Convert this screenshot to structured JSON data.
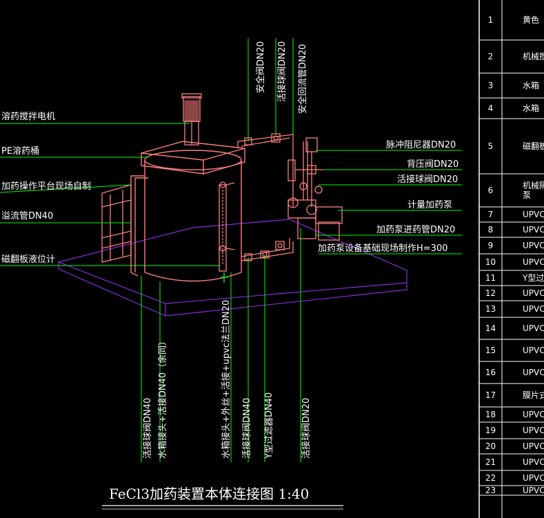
{
  "title": "FeCl3加药装置本体连接图  1:40",
  "left_labels": [
    "溶药搅拌电机",
    "PE溶药桶",
    "加药操作平台现场自制",
    "溢流管DN40",
    "磁翻板液位计"
  ],
  "right_labels": [
    "脉冲阻尼器DN20",
    "背压阀DN20",
    "活接球阀DN20",
    "计量加药泵",
    "加药泵进药管DN20",
    "加药泵设备基础现场制作H=300"
  ],
  "top_vertical_labels": [
    "安全阀DN20",
    "活接球阀DN20",
    "安全回流管DN20"
  ],
  "bottom_vertical_labels": [
    "活接球阀DN40",
    "水箱接头+活接DN40（余同）",
    "水箱接头+外丝+活接+upvc法兰DN20",
    "活接球阀DN40",
    "Y型过滤器DN40",
    "活接球阀DN20"
  ],
  "table_rows": [
    {
      "no": "1",
      "name": "黄色"
    },
    {
      "no": "2",
      "name": "机械搅"
    },
    {
      "no": "3",
      "name": "水箱"
    },
    {
      "no": "4",
      "name": "水箱"
    },
    {
      "no": "5",
      "name": "磁翻板"
    },
    {
      "no": "6",
      "name": "机械隔膜\n泵"
    },
    {
      "no": "7",
      "name": "UPVC"
    },
    {
      "no": "8",
      "name": "UPVC"
    },
    {
      "no": "9",
      "name": "UPVC"
    },
    {
      "no": "10",
      "name": "UPVC"
    },
    {
      "no": "11",
      "name": "Y型过"
    },
    {
      "no": "12",
      "name": "UPVC活"
    },
    {
      "no": "13",
      "name": "UPVC活"
    },
    {
      "no": "14",
      "name": "UPVC变"
    },
    {
      "no": "15",
      "name": "UPVC变"
    },
    {
      "no": "16",
      "name": "UPVC背压"
    },
    {
      "no": "17",
      "name": "膜片式脉"
    },
    {
      "no": "18",
      "name": "UPVC弯"
    },
    {
      "no": "19",
      "name": "UPVC弯"
    },
    {
      "no": "20",
      "name": "UPVC三"
    },
    {
      "no": "21",
      "name": "UPVC三"
    },
    {
      "no": "22",
      "name": "UPVC"
    },
    {
      "no": "23",
      "name": "UPVC"
    }
  ],
  "colors": {
    "background": "#000000",
    "leader": "#00ff00",
    "equipment": "#ff8080",
    "base": "#8a2be2",
    "text": "#ffffff"
  }
}
